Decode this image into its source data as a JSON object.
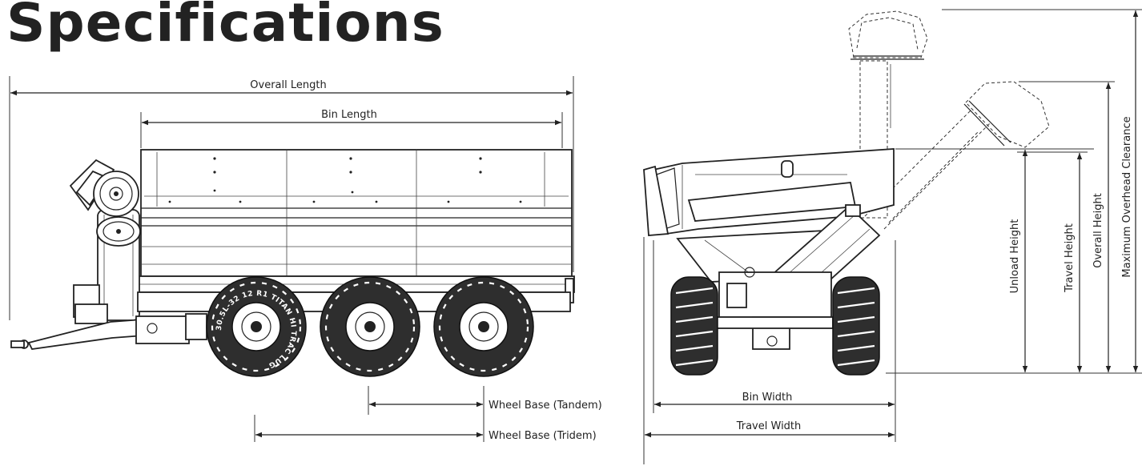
{
  "title": "Specifications",
  "dimensions": {
    "overall_length": "Overall Length",
    "bin_length": "Bin Length",
    "wheel_base_tandem": "Wheel Base (Tandem)",
    "wheel_base_tridem": "Wheel Base (Tridem)",
    "bin_width": "Bin Width",
    "travel_width": "Travel Width",
    "unload_height": "Unload Height",
    "travel_height": "Travel Height",
    "overall_height": "Overall Height",
    "maximum_overhead_clearance": "Maximum Overhead Clearance"
  },
  "tire_marking": "30.5L-32 12 R1 TITAN HI TRAC LUG"
}
